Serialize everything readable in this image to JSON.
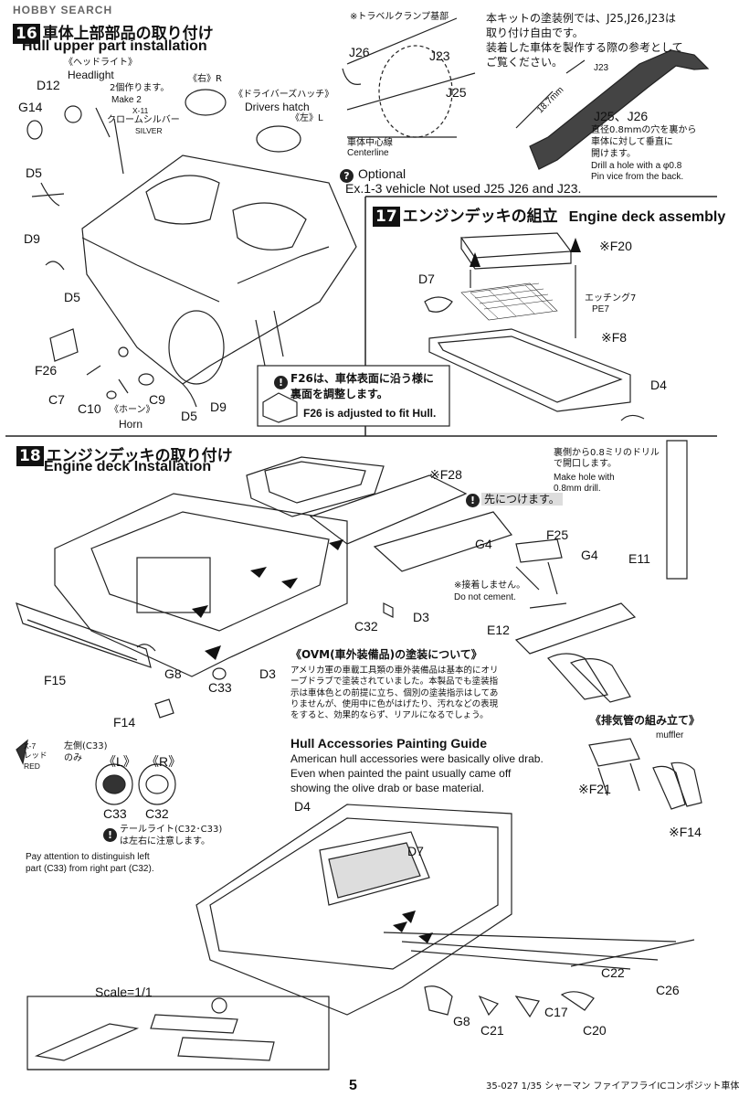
{
  "header": {
    "watermark": "HOBBY SEARCH"
  },
  "step16": {
    "num": "16",
    "title_jp": "車体上部部品の取り付け",
    "title_en": "Hull upper part installation",
    "headlight_jp": "《ヘッドライト》",
    "headlight_en": "Headlight",
    "make2_jp": "2個作ります。",
    "make2_en": "Make 2",
    "paint_code": "X-11",
    "paint_jp": "クロームシルバー",
    "paint_en": "SILVER",
    "right_jp": "《右》R",
    "left_jp": "《左》L",
    "hatch_jp": "《ドライバーズハッチ》",
    "hatch_en": "Drivers hatch",
    "horn_jp": "《ホーン》",
    "horn_en": "Horn",
    "parts": [
      "D12",
      "G14",
      "D5",
      "D9",
      "D5",
      "F26",
      "C7",
      "C10",
      "C9",
      "D5",
      "D9"
    ],
    "note_jp_1": "F26は、車体表面に沿う様に",
    "note_jp_2": "裏面を調整します。",
    "note_en": "F26 is adjusted to fit Hull."
  },
  "travel_clamp": {
    "title_jp": "※トラベルクランプ基部",
    "parts": [
      "J26",
      "J23",
      "J25",
      "J23"
    ],
    "centerline_jp": "車体中心線",
    "centerline_en": "Centerline",
    "paint_example_jp_1": "本キットの塗装例では、J25,J26,J23は",
    "paint_example_jp_2": "取り付け自由です。",
    "paint_example_jp_3": "装着した車体を製作する際の参考として",
    "paint_example_jp_4": "ご覧ください。",
    "measure": "18.7mm",
    "j25_j26": "J25、J26",
    "drill_jp_1": "直径0.8mmの穴を裏から",
    "drill_jp_2": "車体に対して垂直に",
    "drill_jp_3": "開けます。",
    "drill_en_1": "Drill a hole with a φ0.8",
    "drill_en_2": "Pin vice from the back.",
    "optional": "Optional",
    "optional_note": "Ex.1-3 vehicle  Not used J25 J26 and J23."
  },
  "step17": {
    "num": "17",
    "title_jp": "エンジンデッキの組立",
    "title_en": "Engine deck assembly",
    "parts": [
      "※F20",
      "D7",
      "※F8",
      "D4"
    ],
    "etching_jp": "エッチング7",
    "etching_en": "PE7"
  },
  "step18": {
    "num": "18",
    "title_jp": "エンジンデッキの取り付け",
    "title_en": "Engine deck Installation",
    "parts": [
      "※F28",
      "G4",
      "F25",
      "G4",
      "E11",
      "E12",
      "C32",
      "D3",
      "G8",
      "C33",
      "D3",
      "F15",
      "F14"
    ],
    "first_jp": "先につけます。",
    "no_cement_jp": "※接着しません。",
    "no_cement_en": "Do not cement.",
    "drill_jp_1": "裏側から0.8ミリのドリル",
    "drill_jp_2": "で開口します。",
    "drill_en_1": "Make hole with",
    "drill_en_2": "0.8mm drill."
  },
  "ovm": {
    "title_jp": "《OVM(車外装備品)の塗装について》",
    "body_jp": "アメリカ軍の車載工具類の車外装備品は基本的にオリーブドラブで塗装されていました。本製品でも塗装指示は車体色との前提に立ち、個別の塗装指示はしてありませんが、使用中に色がはげたり、汚れなどの表現をすると、効果的ならず、リアルになるでしょう。",
    "title_en": "Hull Accessories Painting Guide",
    "body_en_1": "American hull accessories were basically olive drab.",
    "body_en_2": "Even when painted the paint usually came off",
    "body_en_3": "showing the olive drab or base material."
  },
  "muffler": {
    "title_jp": "《排気管の組み立て》",
    "title_en": "muffler",
    "parts": [
      "※F21",
      "※F14"
    ]
  },
  "taillight": {
    "paint_code": "X-7",
    "paint_jp": "レッド",
    "paint_en": "RED",
    "left_only_jp_1": "左側(C33)",
    "left_only_jp_2": "のみ",
    "l": "《L》",
    "r": "《R》",
    "c33": "C33",
    "c32": "C32",
    "note_jp_1": "テールライト(C32･C33)",
    "note_jp_2": "は左右に注意します。",
    "note_en_1": "Pay attention to distinguish left",
    "note_en_2": "part (C33) from right part (C32)."
  },
  "bottom": {
    "parts": [
      "D4",
      "D7",
      "C22",
      "C26",
      "G8",
      "C17",
      "C21",
      "C20"
    ],
    "scale": "Scale=1/1"
  },
  "footer": {
    "page": "5",
    "product": "35-027 1/35 シャーマン ファイアフライICコンポジット車体"
  }
}
